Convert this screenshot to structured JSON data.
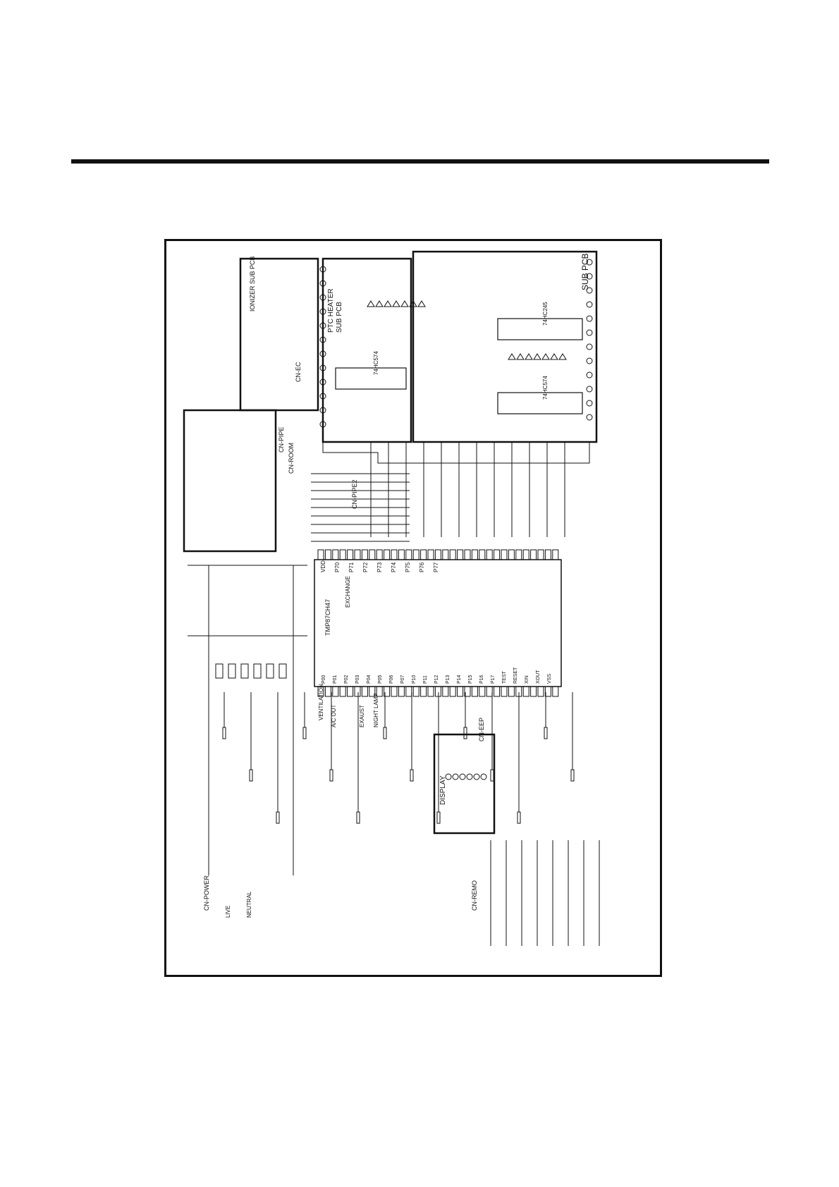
{
  "colors": {
    "ink": "#111111",
    "paper": "#ffffff"
  },
  "schematic": {
    "orientation": "rotated-90-ccw",
    "blocks": {
      "sub_pcb_a": {
        "ic_right": "74HC245",
        "ic_left": "74HC574",
        "title": "SUB PCB"
      },
      "ptc_heater": {
        "title": "PTC HEATER",
        "subtitle": "SUB PCB",
        "ic": "74HC574"
      },
      "ionizer": {
        "title": "IONIZER SUB PCB",
        "connector": "CN-EC"
      },
      "display": {
        "title": "DISPLAY"
      },
      "mcu": {
        "part": "TMP87CH47"
      }
    },
    "connectors": [
      "CN-PIPE",
      "CN-PIPE2",
      "CN-ROOM",
      "CN-POWER",
      "CN-REMO",
      "CN-EEP"
    ],
    "mcu_labels_top": [
      "VDD",
      "P70",
      "P71",
      "P72",
      "P73",
      "P74",
      "P75",
      "P76",
      "P77"
    ],
    "mcu_labels_bottom": [
      "P00",
      "P01",
      "P02",
      "P03",
      "P04",
      "P05",
      "P06",
      "P07",
      "P10",
      "P11",
      "P12",
      "P13",
      "P14",
      "P15",
      "P16",
      "P17",
      "TEST",
      "RESET",
      "XIN",
      "XOUT",
      "VSS"
    ],
    "misc_labels": [
      "VENTILATION",
      "EXCHANGE",
      "LIVE",
      "NEUTRAL",
      "A/C OUT",
      "EXAUST",
      "NIGHT LAMP"
    ]
  }
}
